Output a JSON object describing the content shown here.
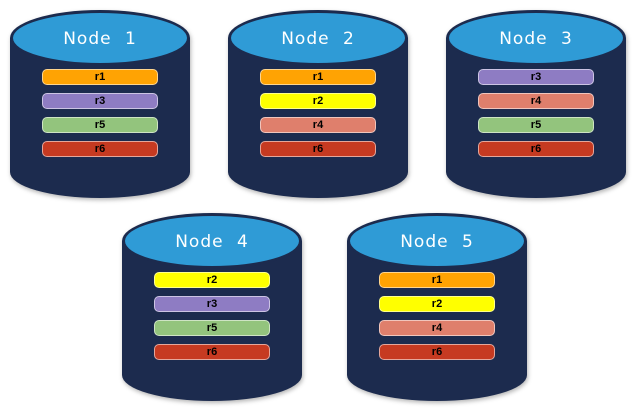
{
  "diagram": {
    "description": "database-nodes-with-replicas",
    "background": "#FFFFFF"
  },
  "colors": {
    "cylinder_body": "#1C2B4E",
    "cylinder_top_fill": "#2F9BD6",
    "cylinder_top_rim": "#1C2B4E",
    "node_label_text": "#FFFFFF",
    "bar_label_text": "#000000"
  },
  "replica_colors": {
    "r1": "#FFA303",
    "r2": "#FFFF00",
    "r3": "#8E7CC3",
    "r4": "#DF7F6C",
    "r5": "#93C47D",
    "r6": "#C63A21"
  },
  "nodes": [
    {
      "label": "Node 1",
      "replicas": [
        "r1",
        "r3",
        "r5",
        "r6"
      ]
    },
    {
      "label": "Node 2",
      "replicas": [
        "r1",
        "r2",
        "r4",
        "r6"
      ]
    },
    {
      "label": "Node 3",
      "replicas": [
        "r3",
        "r4",
        "r5",
        "r6"
      ]
    },
    {
      "label": "Node 4",
      "replicas": [
        "r2",
        "r3",
        "r5",
        "r6"
      ]
    },
    {
      "label": "Node 5",
      "replicas": [
        "r1",
        "r2",
        "r4",
        "r6"
      ]
    }
  ]
}
